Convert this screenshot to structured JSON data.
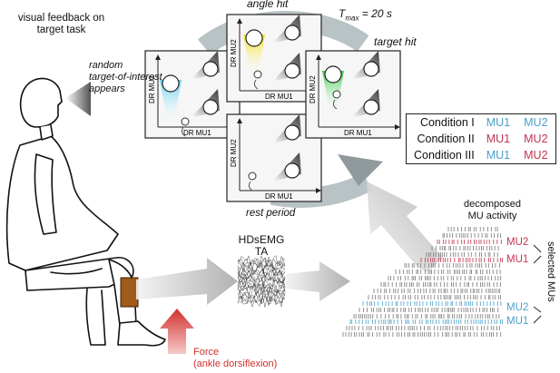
{
  "colors": {
    "mu_blue": "#4a9fc8",
    "mu_red": "#c0344f",
    "force_red": "#d0312d",
    "panel_bg": "#f6f6f6",
    "cycle_arrow": "#b9c2c4",
    "angle_highlight": "#f1e51a",
    "target_highlight": "#3cc94b",
    "random_highlight": "#5fd0ee"
  },
  "labels": {
    "visual_feedback": "visual feedback on\ntarget task",
    "random_target": "random\ntarget-of-interest\nappears",
    "angle_hit": "angle hit",
    "tmax_symbol": "T",
    "tmax_sub": "max",
    "tmax_value": " = 20 s",
    "target_hit": "target hit",
    "rest_period": "rest period",
    "hdsemg": "HDsEMG",
    "muscle": "TA",
    "force": "Force",
    "force_detail": "(ankle dorsiflexion)",
    "decomposed": "decomposed\nMU activity",
    "selected_mus": "selected MUs"
  },
  "axes": {
    "x": "DR MU1",
    "y": "DR MU2"
  },
  "conditions": [
    {
      "name": "Condition I",
      "x": "MU1",
      "y": "MU2",
      "x_color": "blue",
      "y_color": "blue"
    },
    {
      "name": "Condition II",
      "x": "MU1",
      "y": "MU2",
      "x_color": "red",
      "y_color": "red"
    },
    {
      "name": "Condition III",
      "x": "MU1",
      "y": "MU2",
      "x_color": "blue",
      "y_color": "red"
    }
  ],
  "raster_labels": {
    "red_top": "MU2",
    "red_bottom": "MU1",
    "blue_top": "MU2",
    "blue_bottom": "MU1"
  },
  "icons": [
    "human-seated-figure",
    "eye-cone",
    "electrode-patch",
    "cycle-arrow",
    "flow-arrow"
  ]
}
